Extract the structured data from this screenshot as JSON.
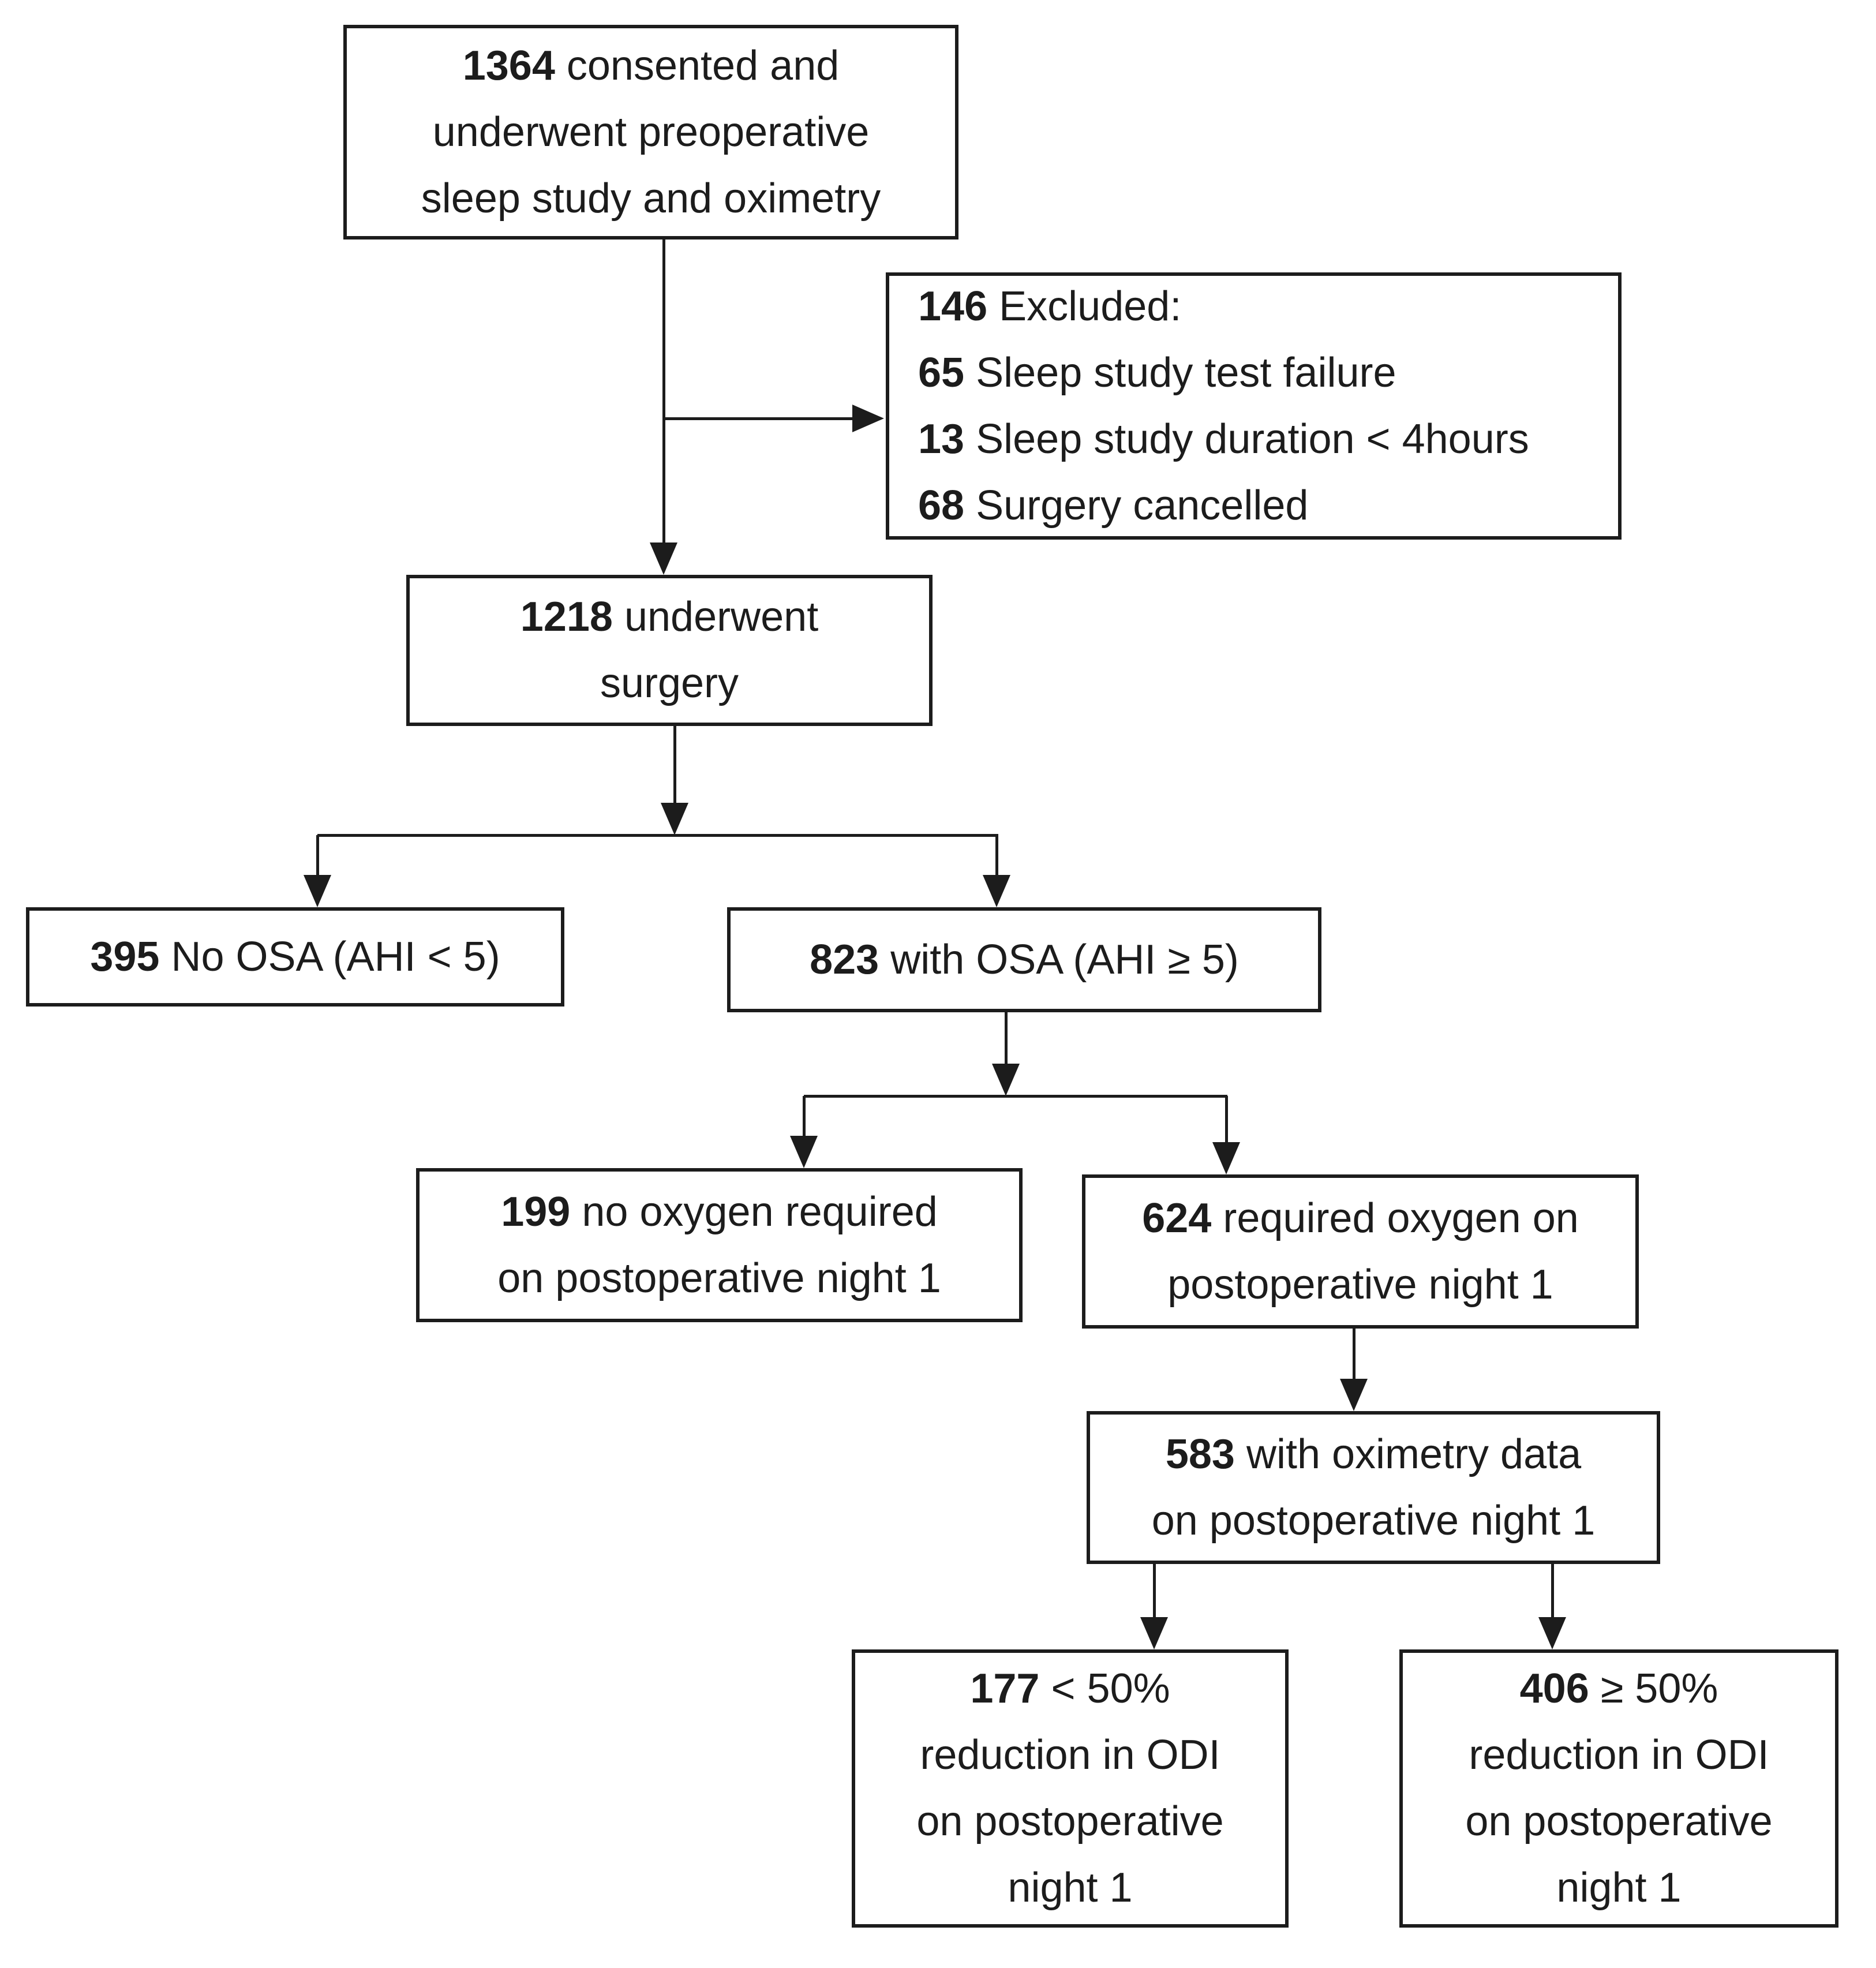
{
  "figure": {
    "background": "#ffffff",
    "line_color": "#1c1c1c",
    "type": "patient-flow-diagram"
  },
  "boxes": {
    "consented": {
      "lines": [
        {
          "bold": "1364",
          "text": " consented and"
        },
        {
          "bold": "",
          "text": "underwent preoperative"
        },
        {
          "bold": "",
          "text": "sleep study and oximetry"
        }
      ]
    },
    "excluded": {
      "lines": [
        {
          "bold": "146",
          "text": " Excluded:"
        },
        {
          "bold": "65",
          "text": " Sleep study test failure"
        },
        {
          "bold": "13",
          "text": " Sleep study duration < 4hours"
        },
        {
          "bold": "68",
          "text": " Surgery cancelled"
        }
      ]
    },
    "surgery": {
      "lines": [
        {
          "bold": "1218",
          "text": " underwent"
        },
        {
          "bold": "",
          "text": "surgery"
        }
      ]
    },
    "no_osa": {
      "lines": [
        {
          "bold": "395",
          "text": " No OSA (AHI < 5)"
        }
      ]
    },
    "osa": {
      "lines": [
        {
          "bold": "823",
          "text": " with OSA (AHI ≥ 5)"
        }
      ]
    },
    "no_oxygen": {
      "lines": [
        {
          "bold": "199",
          "text": " no oxygen required"
        },
        {
          "bold": "",
          "text": "on postoperative night 1"
        }
      ]
    },
    "oxygen": {
      "lines": [
        {
          "bold": "624",
          "text": " required oxygen on"
        },
        {
          "bold": "",
          "text": "postoperative night 1"
        }
      ]
    },
    "oximetry": {
      "lines": [
        {
          "bold": "583",
          "text": " with oximetry data"
        },
        {
          "bold": "",
          "text": "on postoperative night 1"
        }
      ]
    },
    "lt50": {
      "lines": [
        {
          "bold": "177",
          "text": " < 50%"
        },
        {
          "bold": "",
          "text": "reduction in ODI"
        },
        {
          "bold": "",
          "text": "on postoperative"
        },
        {
          "bold": "",
          "text": "night 1"
        }
      ]
    },
    "ge50": {
      "lines": [
        {
          "bold": "406",
          "text": " ≥ 50%"
        },
        {
          "bold": "",
          "text": "reduction in ODI"
        },
        {
          "bold": "",
          "text": "on postoperative"
        },
        {
          "bold": "",
          "text": "night 1"
        }
      ]
    }
  }
}
